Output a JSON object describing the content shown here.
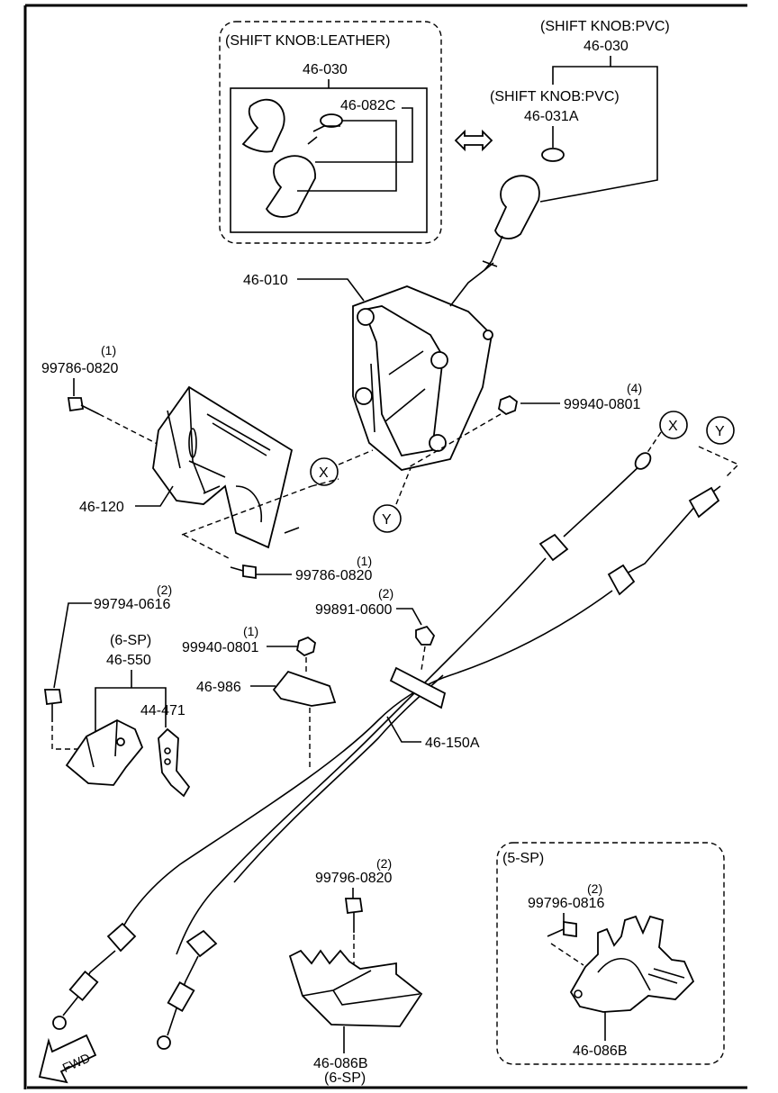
{
  "diagram": {
    "labels": {
      "shift_knob_leather": "(SHIFT KNOB:LEATHER)",
      "leather_part": "46-030",
      "leather_cap": "46-082C",
      "shift_knob_pvc_a": "(SHIFT KNOB:PVC)",
      "pvc_part": "46-030",
      "shift_knob_pvc_b": "(SHIFT KNOB:PVC)",
      "pvc_cap": "46-031A",
      "lever": "46-010",
      "bolt_a_qty": "(1)",
      "bolt_a": "99786-0820",
      "nut_a_qty": "(4)",
      "nut_a": "99940-0801",
      "ref_x": "X",
      "ref_y": "Y",
      "bracket": "46-120",
      "bolt_b_qty": "(1)",
      "bolt_b": "99786-0820",
      "bolt_c_qty": "(2)",
      "bolt_c": "99794-0616",
      "nut_b_qty": "(2)",
      "nut_b": "99891-0600",
      "sp6_label": "(6-SP)",
      "cover_6sp": "46-550",
      "nut_c_qty": "(1)",
      "nut_c": "99940-0801",
      "clip": "46-986",
      "switch": "44-471",
      "cable": "46-150A",
      "bolt_d_qty": "(2)",
      "bolt_d": "99796-0820",
      "heat_6sp": "46-086B",
      "heat_6sp_note": "(6-SP)",
      "sp5_label": "(5-SP)",
      "bolt_e_qty": "(2)",
      "bolt_e": "99796-0816",
      "heat_5sp": "46-086B",
      "fwd": "FWD"
    }
  }
}
